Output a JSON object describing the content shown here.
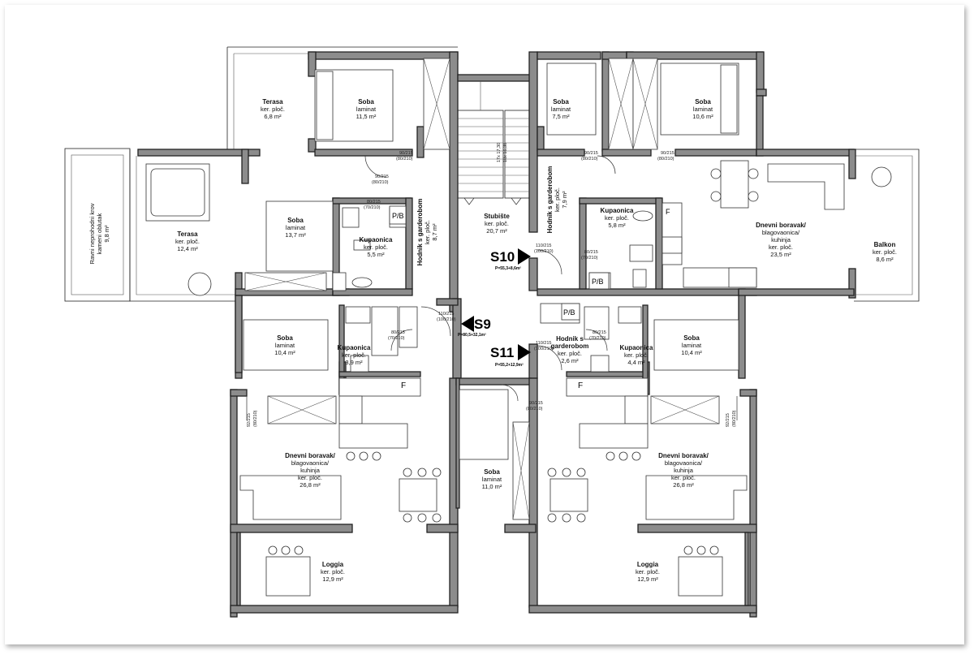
{
  "rooms": [
    {
      "id": "terasa-top",
      "name": "Terasa",
      "line2": "ker. ploč.",
      "area": "6,8 m²"
    },
    {
      "id": "soba-top-left",
      "name": "Soba",
      "line2": "laminat",
      "area": "11,5 m²"
    },
    {
      "id": "soba-top-mid",
      "name": "Soba",
      "line2": "laminat",
      "area": "7,5 m²"
    },
    {
      "id": "soba-top-right",
      "name": "Soba",
      "line2": "laminat",
      "area": "10,6 m²"
    },
    {
      "id": "terasa-left",
      "name": "Terasa",
      "line2": "ker. ploč.",
      "area": "12,4 m²"
    },
    {
      "id": "soba-left",
      "name": "Soba",
      "line2": "laminat",
      "area": "13,7 m²"
    },
    {
      "id": "kupaonica-left-top",
      "name": "Kupaonica",
      "line2": "ker. ploč.",
      "area": "5,5 m²"
    },
    {
      "id": "stubiste",
      "name": "Stubište",
      "line2": "ker. ploč.",
      "area": "20,7 m²"
    },
    {
      "id": "kupaonica-right-top",
      "name": "Kupaonica",
      "line2": "ker. ploč.",
      "area": "5,8 m²"
    },
    {
      "id": "dnevni-top-right",
      "name": "Dnevni boravak/",
      "line2": "blagovaonica/",
      "line3": "kuhinja",
      "line4": "ker. ploč.",
      "area": "23,5 m²"
    },
    {
      "id": "balkon",
      "name": "Balkon",
      "line2": "ker. ploč.",
      "area": "8,6 m²"
    },
    {
      "id": "soba-mid-left",
      "name": "Soba",
      "line2": "laminat",
      "area": "10,4 m²"
    },
    {
      "id": "kupaonica-mid-left",
      "name": "Kupaonica",
      "line2": "ker. ploč.",
      "area": "3,9 m²"
    },
    {
      "id": "kupaonica-mid-right",
      "name": "Kupaonica",
      "line2": "ker. ploč.",
      "area": "4,4 m²"
    },
    {
      "id": "soba-mid-right",
      "name": "Soba",
      "line2": "laminat",
      "area": "10,4 m²"
    },
    {
      "id": "dnevni-bottom-left",
      "name": "Dnevni boravak/",
      "line2": "blagovaonica/",
      "line3": "kuhinja",
      "line4": "ker. ploč.",
      "area": "26,8 m²"
    },
    {
      "id": "soba-bottom-mid",
      "name": "Soba",
      "line2": "laminat",
      "area": "11,0 m²"
    },
    {
      "id": "dnevni-bottom-right",
      "name": "Dnevni boravak/",
      "line2": "blagovaonica/",
      "line3": "kuhinja",
      "line4": "ker. ploč.",
      "area": "26,8 m²"
    },
    {
      "id": "loggia-left",
      "name": "Loggia",
      "line2": "ker. ploč.",
      "area": "12,9 m²"
    },
    {
      "id": "loggia-right",
      "name": "Loggia",
      "line2": "ker. ploč.",
      "area": "12,9 m²"
    }
  ],
  "hodnik_left": {
    "name": "Hodnik s garderobom",
    "line2": "ker. ploč.",
    "area": "8,7 m²"
  },
  "hodnik_right_top": {
    "name": "Hodnik s garderobom",
    "line2": "ker. ploč.",
    "area": "7,9 m²"
  },
  "hodnik_right_mid": {
    "name": "Hodnik s",
    "line2": "garderobom",
    "line3": "ker. ploč.",
    "area": "2,6 m²"
  },
  "roof": {
    "line1": "Ravni neprohodni krov",
    "line2": "kameni oblutak",
    "area": "9,8 m²"
  },
  "stairs_dims": {
    "a": "17x 17,30",
    "b": "18x 16,38"
  },
  "units": [
    {
      "id": "S10",
      "formula": "P=55,3+8,6m²"
    },
    {
      "id": "S9",
      "formula": "P=80,5+32,1m²"
    },
    {
      "id": "S11",
      "formula": "P=55,2+12,9m²"
    }
  ],
  "doors": {
    "d90_215": "90/215",
    "d80_210": "(80/210)",
    "d80_215": "80/215",
    "d70_210": "(70/210)",
    "d110_215": "110/215",
    "d100_210": "(100/210)",
    "d90_215b": "90/215",
    "d80_210b": "(80/210)",
    "d80_210c": "80/210",
    "d92_215": "92/215",
    "d80_210d": "(80/210)"
  },
  "symbols": {
    "pb": "P/B",
    "fridge": "F"
  }
}
